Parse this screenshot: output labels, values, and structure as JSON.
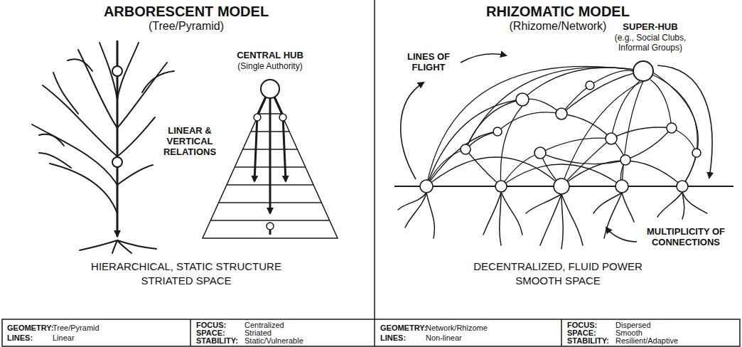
{
  "diagram": {
    "labels": [
      "ARBORESCENT MODEL",
      "(Tree/Pyramid)",
      "CENTRAL HUB",
      "(Single Authority)",
      "LINEAR & VERTICAL RELATIONS",
      "HIERARCHICAL, STATIC STRUCTURE",
      "STRIATED SPACE",
      "GEOMETRY:",
      "Tree/Pyramid",
      "LINES:",
      "Linear",
      "FOCUS:",
      "Centralized",
      "SPACE:",
      "Striated",
      "STABILITY:",
      "Static/Vulnerable",
      "RHIZOMATIC MODEL",
      "(Rhizome/Network)",
      "LINES OF FLIGHT",
      "SUPER-HUB",
      "(e.g., Social Clubs, Informal Groups)",
      "MULTIPLICITY OF CONNECTIONS",
      "DECENTRALIZED, FLUID POWER",
      "SMOOTH SPACE",
      "GEOMETRY:",
      "Network/Rhizome",
      "LINES:",
      "Non-linear",
      "FOCUS:",
      "Dispersed",
      "SPACE:",
      "Smooth",
      "STABILITY:",
      "Resilient/Adaptive"
    ]
  }
}
